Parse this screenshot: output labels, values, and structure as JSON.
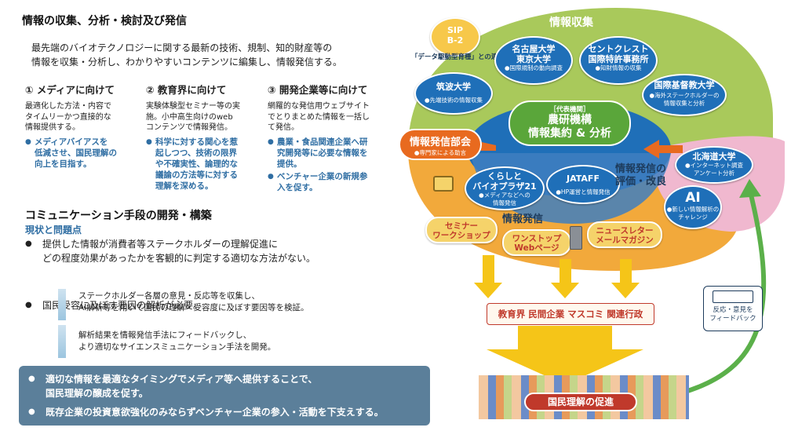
{
  "heading": "情報の収集、分析・検討及び発信",
  "intro": [
    "最先端のバイオテクノロジーに関する最新の技術、規制、知的財産等の",
    "情報を収集・分析し、わかりやすいコンテンツに編集し、情報発信する。"
  ],
  "columns": [
    {
      "title": "① メディアに向けて",
      "text": [
        "最適化した方法・内容で",
        "タイムリーかつ直接的な",
        "情報提供する。"
      ],
      "bullets": [
        [
          "メディアバイアスを",
          "低減させ、国民理解の",
          "向上を目指す。"
        ]
      ]
    },
    {
      "title": "② 教育界に向けて",
      "text": [
        "実験体験型セミナー等の実",
        "施。小中高生向けのweb",
        "コンテンツで情報発信。"
      ],
      "bullets": [
        [
          "科学に対する関心を惹",
          "起しつつ、技術の限界",
          "や不確実性、論理的な",
          "議論の方法等に対する",
          "理解を深める。"
        ]
      ]
    },
    {
      "title": "③ 開発企業等に向けて",
      "text": [
        "網羅的な発信用ウェブサイト",
        "でとりまとめた情報を一括し",
        "て発信。"
      ],
      "bullets": [
        [
          "農業・食品関連企業へ研",
          "究開発等に必要な情報を",
          "提供。"
        ],
        [
          "ベンチャー企業の新規参",
          "入を促す。"
        ]
      ]
    }
  ],
  "comm": {
    "title": "コミュニケーション手段の開発・構築",
    "subtitle": "現状と問題点",
    "bullets": [
      [
        "提供した情報が消費者等ステークホルダーの理解促進に",
        "どの程度効果があったかを客観的に判定する適切な方法がない。"
      ],
      [
        "国民受容に及ぼす要因の解析が必要。"
      ]
    ],
    "steps": [
      [
        "ステークホルダー各層の意見・反応等を収集し、",
        "AI解析等を用いて国民の理解・受容度に及ぼす要因等を検証。"
      ],
      [
        "解析結果を情報発信手法にフィードバックし、",
        "より適切なサイエンスミュニケーション手法を開発。"
      ]
    ]
  },
  "summary": [
    "適切な情報を最適なタイミングでメディア等へ提供することで、",
    "国民理解の醸成を促す。",
    "既存企業の投資意欲強化のみならずベンチャー企業の参入・活動を下支えする。"
  ],
  "diagram": {
    "collect_label": "情報収集",
    "sip": {
      "line1": "SIP",
      "line2": "B-2",
      "caption": "「データ駆動型育種」との連携"
    },
    "nodes": {
      "nagoya": {
        "title": "名古屋大学",
        "title2": "東京大学",
        "sub": "●国際規制の動向調査"
      },
      "central": {
        "title": "セントクレスト",
        "title2": "国際特許事務所",
        "sub": "●知財情報の収集"
      },
      "tsukuba": {
        "title": "筑波大学",
        "sub": "●先端技術の情報収集"
      },
      "kokusai": {
        "title": "国際基督教大学",
        "sub": "●海外ステークホルダーの",
        "sub2": "情報収集と分析"
      },
      "core": {
        "tag": "［代表機関］",
        "title": "農研機構",
        "title2": "情報集約 & 分析"
      },
      "kurashi": {
        "title": "くらしと",
        "title2": "バイオプラザ21",
        "sub": "●メディアなどへの",
        "sub2": "情報発信"
      },
      "jataff": {
        "title": "JATAFF",
        "sub": "●HP運営と情報発信"
      },
      "hokkaido": {
        "title": "北海道大学",
        "sub": "●インターネット調査",
        "sub2": "アンケート分析"
      },
      "ai": {
        "title": "AI",
        "sub": "●新しい情報解析の",
        "sub2": "チャレンジ"
      }
    },
    "bukai": {
      "title": "情報発信部会",
      "sub": "●専門家による助言"
    },
    "eval_label": [
      "情報発信の",
      "評価・改良"
    ],
    "send_label": "情報発信",
    "pills": [
      [
        "セミナー",
        "ワークショップ"
      ],
      [
        "ワンストップ",
        "Webページ"
      ],
      [
        "ニュースレター",
        "メールマガジン"
      ]
    ],
    "targets": "教育界  民間企業  マスコミ  関連行政",
    "feedback": [
      "反応・意見を",
      "フィードバック"
    ],
    "promotion": "国民理解の促進"
  },
  "colors": {
    "collect_green": "#a9c95b",
    "send_orange": "#f2a93b",
    "eval_pink": "#f0b8cf",
    "core_blue": "#1f6fb8",
    "core_green": "#5aa63a",
    "arrow_orange": "#e86a1f",
    "arrow_yellow": "#f5c518",
    "feedback_green": "#5bb04a",
    "summary_bg": "#5b7f9a"
  }
}
